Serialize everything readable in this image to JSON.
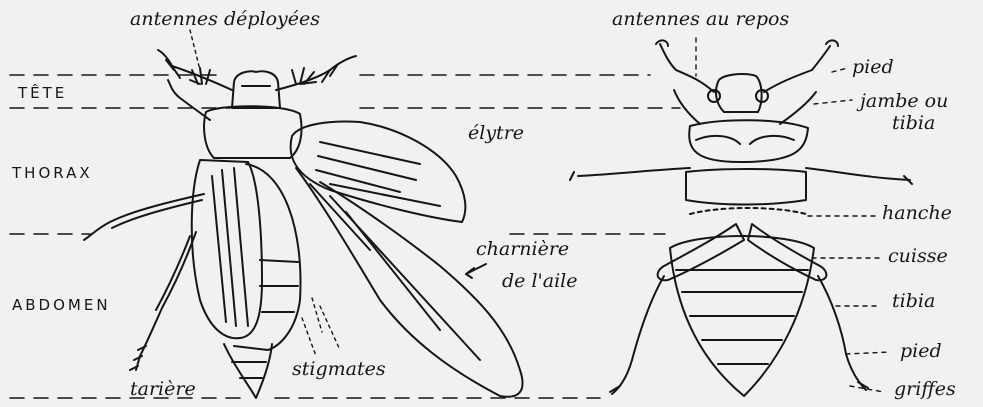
{
  "sections": {
    "tete": "TÊTE",
    "thorax": "THORAX",
    "abdomen": "ABDOMEN"
  },
  "labels": {
    "antennes_deployees": "antennes déployées",
    "antennes_au_repos": "antennes au repos",
    "elytre": "élytre",
    "charniere_line1": "charnière",
    "charniere_line2": "de l'aile",
    "stigmates": "stigmates",
    "tariere": "tarière",
    "pied_top": "pied",
    "jambe_line1": "jambe ou",
    "jambe_line2": "tibia",
    "hanche": "hanche",
    "cuisse": "cuisse",
    "tibia": "tibia",
    "pied_bottom": "pied",
    "griffes": "griffes"
  }
}
